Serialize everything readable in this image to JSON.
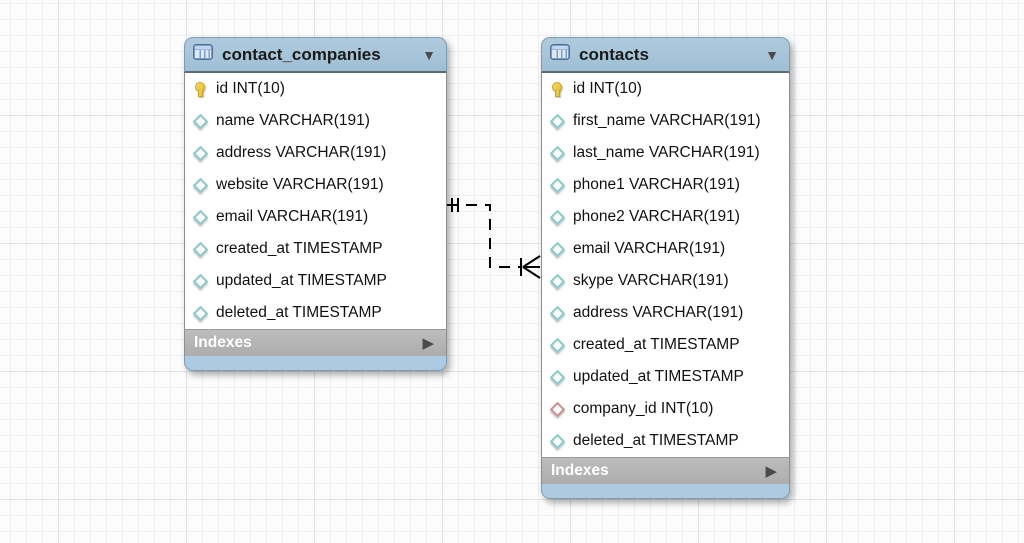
{
  "diagram": {
    "tables": [
      {
        "name": "contact_companies",
        "footer_label": "Indexes",
        "columns": [
          {
            "icon": "key",
            "text": "id INT(10)"
          },
          {
            "icon": "diamond",
            "text": "name VARCHAR(191)"
          },
          {
            "icon": "diamond",
            "text": "address VARCHAR(191)"
          },
          {
            "icon": "diamond",
            "text": "website VARCHAR(191)"
          },
          {
            "icon": "diamond",
            "text": "email VARCHAR(191)"
          },
          {
            "icon": "diamond",
            "text": "created_at TIMESTAMP"
          },
          {
            "icon": "diamond",
            "text": "updated_at TIMESTAMP"
          },
          {
            "icon": "diamond",
            "text": "deleted_at TIMESTAMP"
          }
        ]
      },
      {
        "name": "contacts",
        "footer_label": "Indexes",
        "columns": [
          {
            "icon": "key",
            "text": "id INT(10)"
          },
          {
            "icon": "diamond",
            "text": "first_name VARCHAR(191)"
          },
          {
            "icon": "diamond",
            "text": "last_name VARCHAR(191)"
          },
          {
            "icon": "diamond",
            "text": "phone1 VARCHAR(191)"
          },
          {
            "icon": "diamond",
            "text": "phone2 VARCHAR(191)"
          },
          {
            "icon": "diamond",
            "text": "email VARCHAR(191)"
          },
          {
            "icon": "diamond",
            "text": "skype VARCHAR(191)"
          },
          {
            "icon": "diamond",
            "text": "address VARCHAR(191)"
          },
          {
            "icon": "diamond",
            "text": "created_at TIMESTAMP"
          },
          {
            "icon": "diamond",
            "text": "updated_at TIMESTAMP"
          },
          {
            "icon": "diamond-fk",
            "text": "company_id INT(10)"
          },
          {
            "icon": "diamond",
            "text": "deleted_at TIMESTAMP"
          }
        ]
      }
    ],
    "relationship": {
      "type": "one-to-many",
      "line_style": "dashed",
      "from_table": "contact_companies",
      "to_table": "contacts"
    },
    "ui": {
      "collapse_glyph": "▼",
      "expand_glyph": "▶"
    },
    "colors": {
      "header_blue": "#a6c3d8",
      "bottom_strip_blue": "#accbe2",
      "footer_gray": "#b3b3b3",
      "pk_icon_yellow": "#ecc83e",
      "column_icon_teal": "#86c9c5",
      "fk_icon_red": "#c98f8f",
      "relationship_line": "#000000"
    }
  }
}
